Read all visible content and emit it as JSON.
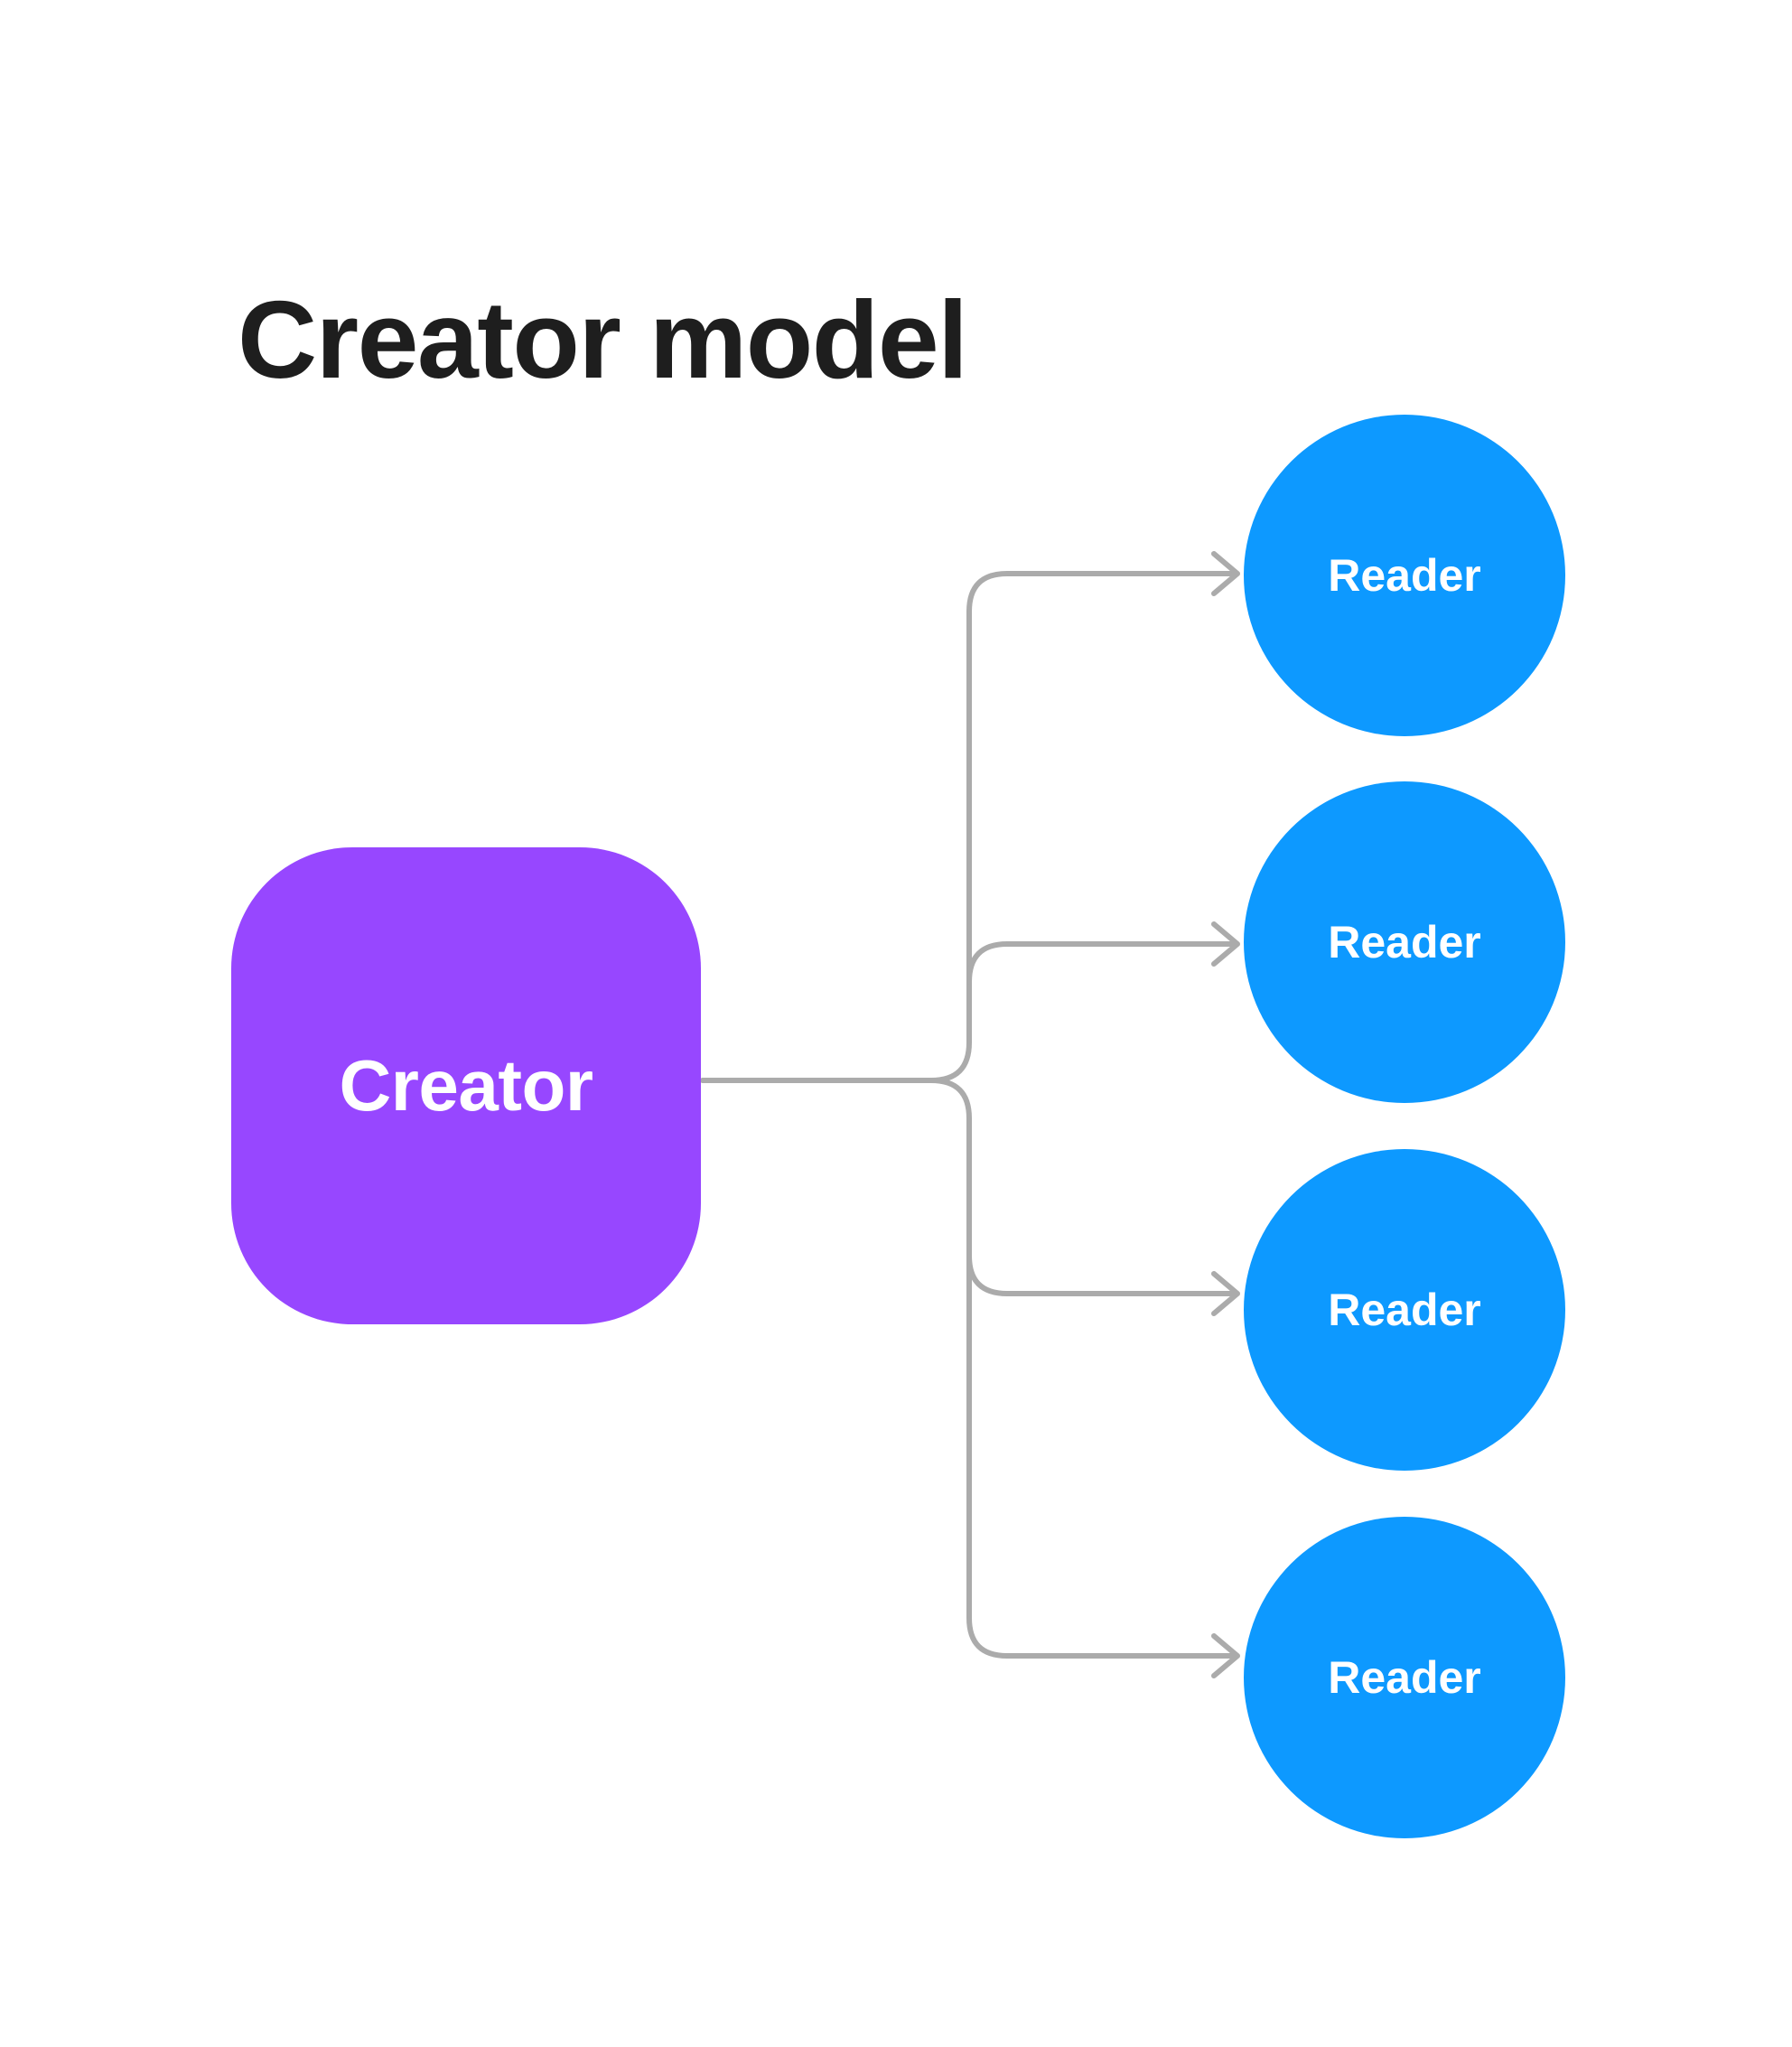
{
  "title": {
    "text": "Creator model"
  },
  "creator": {
    "label": "Creator"
  },
  "readers": [
    {
      "label": "Reader"
    },
    {
      "label": "Reader"
    },
    {
      "label": "Reader"
    },
    {
      "label": "Reader"
    }
  ],
  "colors": {
    "background": "#FFFFFF",
    "title_text": "#1E1E1E",
    "creator_fill": "#9747FF",
    "reader_fill": "#0D99FF",
    "node_text": "#FFFFFF",
    "connector": "#ABABAB"
  }
}
